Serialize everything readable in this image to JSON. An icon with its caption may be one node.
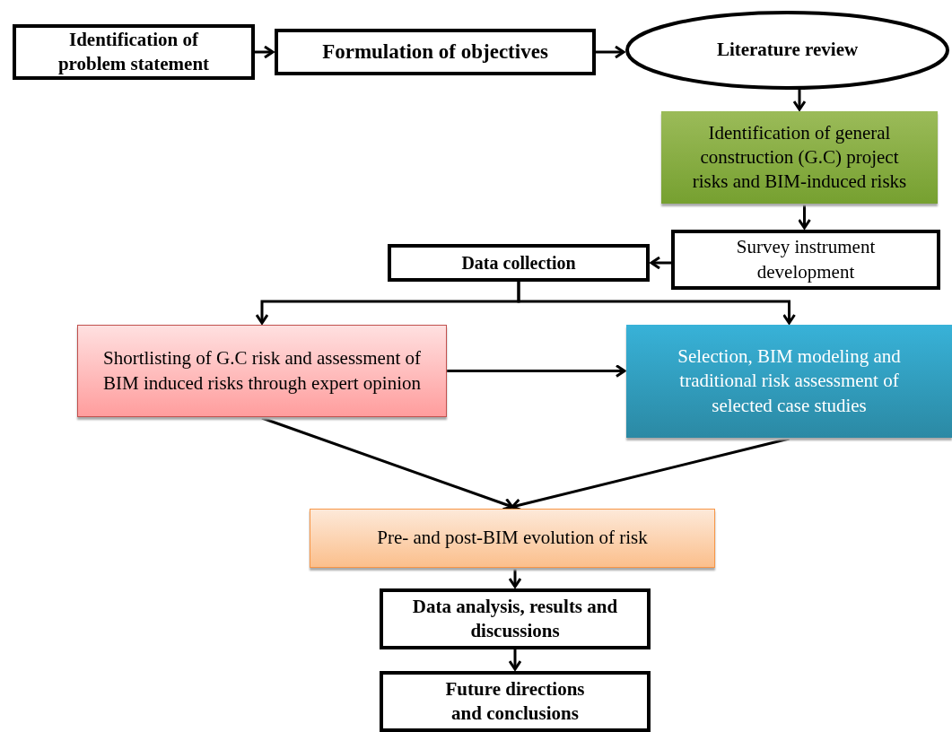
{
  "diagram": {
    "nodes": [
      {
        "text": [
          "Identification of problem statement"
        ]
      },
      {
        "text": [
          "Formulation of objectives"
        ]
      },
      {
        "text": [
          "Literature review"
        ]
      },
      {
        "text": [
          "Identification of general construction (G.C) project risks and BIM-induced risks"
        ]
      },
      {
        "text": [
          "Survey instrument development"
        ]
      },
      {
        "text": [
          "Data collection"
        ]
      },
      {
        "text": [
          "Shortlisting of G.C risk and assessment of BIM induced risks through expert opinion"
        ]
      },
      {
        "text": [
          "Selection, BIM modeling and traditional risk assessment of selected case studies"
        ]
      },
      {
        "text": [
          "Pre- and post-BIM evolution of risk"
        ]
      },
      {
        "text": [
          "Data analysis, results and discussions"
        ]
      },
      {
        "text": [
          "Future directions and conclusions"
        ]
      }
    ],
    "edges": [
      {
        "from": 0,
        "to": 1,
        "arrow": "to"
      },
      {
        "from": 1,
        "to": 2,
        "arrow": "to"
      },
      {
        "from": 2,
        "to": 3,
        "arrow": "to"
      },
      {
        "from": 3,
        "to": 4,
        "arrow": "to"
      },
      {
        "from": 4,
        "to": 5,
        "arrow": "to"
      },
      {
        "from": 5,
        "to": 6,
        "arrow": "to"
      },
      {
        "from": 5,
        "to": 7,
        "arrow": "to"
      },
      {
        "from": 6,
        "to": 7,
        "arrow": "to"
      },
      {
        "from": 6,
        "to": 8,
        "arrow": "to"
      },
      {
        "from": 7,
        "to": 8,
        "arrow": "to"
      },
      {
        "from": 8,
        "to": 9,
        "arrow": "to"
      },
      {
        "from": 9,
        "to": 10,
        "arrow": "to"
      }
    ]
  }
}
